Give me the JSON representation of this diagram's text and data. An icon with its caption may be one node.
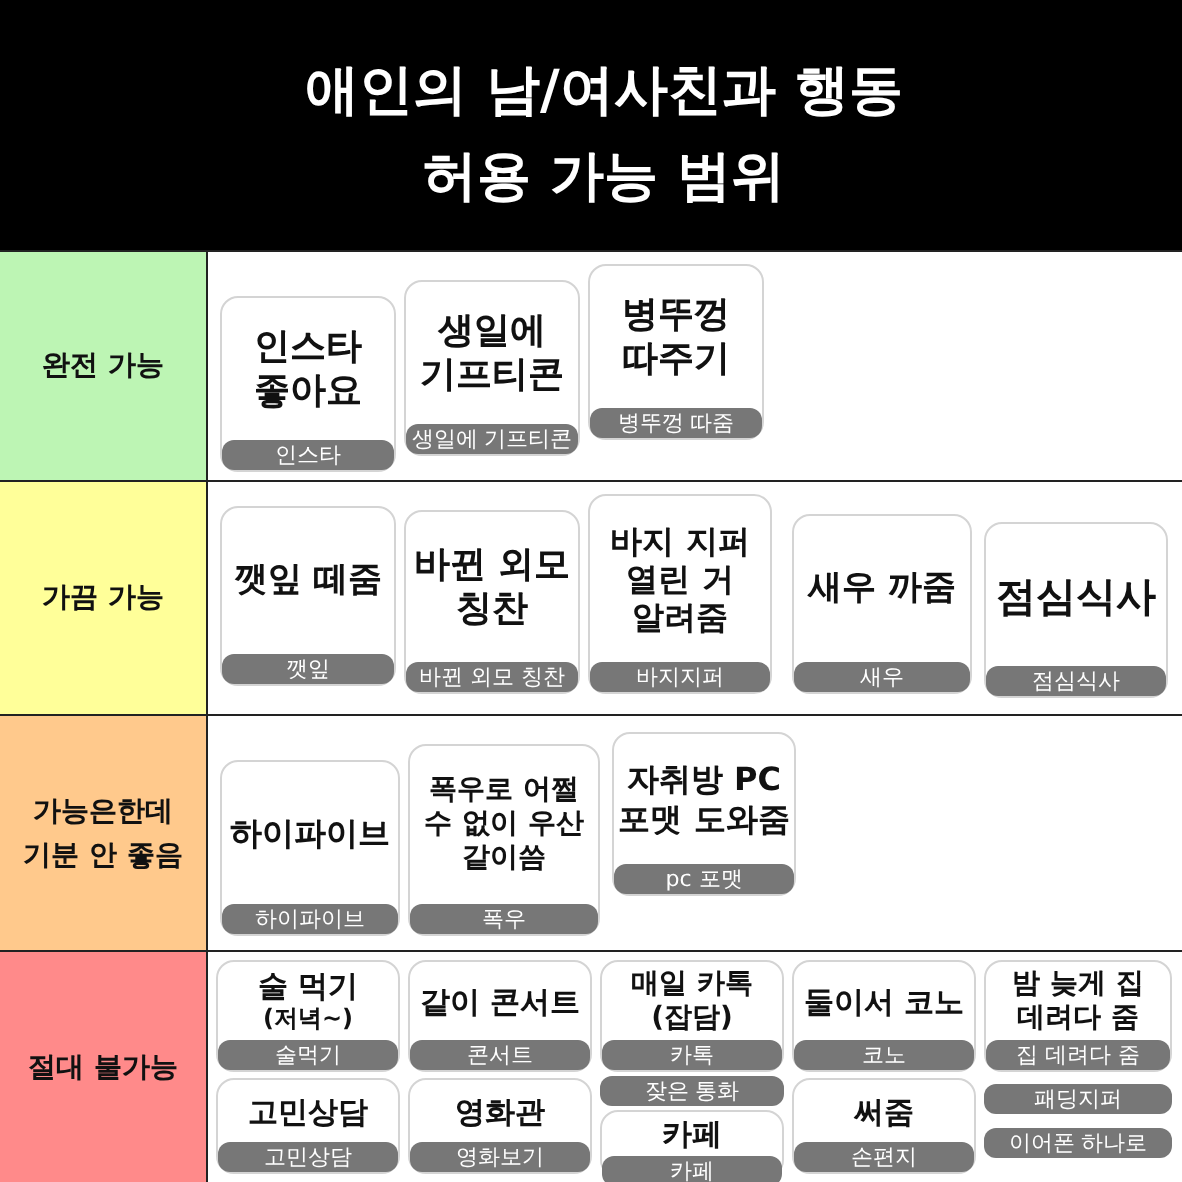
{
  "diagram": {
    "title": "애인의 남/여사친과 행동 허용 가능 범위",
    "nodes": [
      {
        "text": [
          "완전 가능"
        ]
      },
      {
        "text": [
          "인스타 좋아요",
          "인스타"
        ],
        "in": 0
      },
      {
        "text": [
          "생일에 기프티콘",
          "생일에 기프티콘"
        ],
        "in": 0
      },
      {
        "text": [
          "병뚜껑 따주기",
          "병뚜껑 따줌"
        ],
        "in": 0
      },
      {
        "text": [
          "가끔 가능"
        ]
      },
      {
        "text": [
          "깻잎 떼줌",
          "깻잎"
        ],
        "in": 4
      },
      {
        "text": [
          "바뀐 외모 칭찬",
          "바뀐 외모 칭찬"
        ],
        "in": 4
      },
      {
        "text": [
          "바지 지퍼 열린 거 알려줌",
          "바지지퍼"
        ],
        "in": 4
      },
      {
        "text": [
          "새우 까줌",
          "새우"
        ],
        "in": 4
      },
      {
        "text": [
          "점심식사",
          "점심식사"
        ],
        "in": 4
      },
      {
        "text": [
          "가능은한데 기분 안 좋음"
        ]
      },
      {
        "text": [
          "하이파이브",
          "하이파이브"
        ],
        "in": 10
      },
      {
        "text": [
          "폭우로 어쩔 수 없이 우산 같이씀",
          "폭우"
        ],
        "in": 10
      },
      {
        "text": [
          "자취방 PC 포맷 도와줌",
          "pc 포맷"
        ],
        "in": 10
      },
      {
        "text": [
          "절대 불가능"
        ]
      },
      {
        "text": [
          "술 먹기",
          "(저녁~)",
          "술먹기"
        ],
        "in": 14
      },
      {
        "text": [
          "고민상담",
          "고민상담"
        ],
        "in": 14
      },
      {
        "text": [
          "같이 콘서트",
          "콘서트"
        ],
        "in": 14
      },
      {
        "text": [
          "영화관",
          "영화보기"
        ],
        "in": 14
      },
      {
        "text": [
          "매일 카톡 (잡담)",
          "카톡"
        ],
        "in": 14
      },
      {
        "text": [
          "잦은 통화"
        ],
        "in": 14
      },
      {
        "text": [
          "카페",
          "카페"
        ],
        "in": 14
      },
      {
        "text": [
          "둘이서 코노",
          "코노"
        ],
        "in": 14
      },
      {
        "text": [
          "써줌",
          "손편지"
        ],
        "in": 14
      },
      {
        "text": [
          "밤 늦게 집 데려다 줌",
          "집 데려다 줌"
        ],
        "in": 14
      },
      {
        "text": [
          "패딩지퍼"
        ],
        "in": 14
      },
      {
        "text": [
          "이어폰 하나로"
        ],
        "in": 14
      }
    ]
  }
}
